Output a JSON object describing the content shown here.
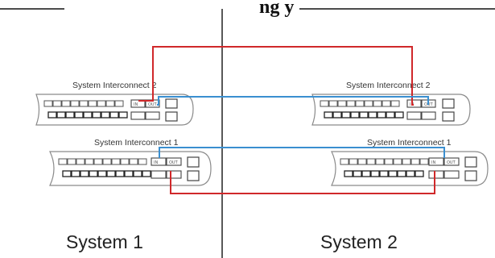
{
  "title": "ng   y",
  "colors": {
    "cable_red": "#d0282a",
    "cable_blue": "#3a8fd0"
  },
  "systems": [
    {
      "name": "System 1",
      "panels": [
        {
          "label": "System Interconnect 2",
          "slot_labels": [
            "IN",
            "OUT"
          ]
        },
        {
          "label": "System Interconnect 1",
          "slot_labels": [
            "IN",
            "OUT"
          ]
        }
      ]
    },
    {
      "name": "System 2",
      "panels": [
        {
          "label": "System Interconnect 2",
          "slot_labels": [
            "IN",
            "OUT"
          ]
        },
        {
          "label": "System Interconnect 1",
          "slot_labels": [
            "IN",
            "OUT"
          ]
        }
      ]
    }
  ],
  "connections": [
    {
      "color": "red",
      "from": "System 1 / System Interconnect 2",
      "to": "System 2 / System Interconnect 2"
    },
    {
      "color": "blue",
      "from": "System 1 / System Interconnect 2",
      "to": "System 2 / System Interconnect 2"
    },
    {
      "color": "blue",
      "from": "System 1 / System Interconnect 1",
      "to": "System 2 / System Interconnect 1"
    },
    {
      "color": "red",
      "from": "System 1 / System Interconnect 1",
      "to": "System 2 / System Interconnect 1"
    }
  ]
}
